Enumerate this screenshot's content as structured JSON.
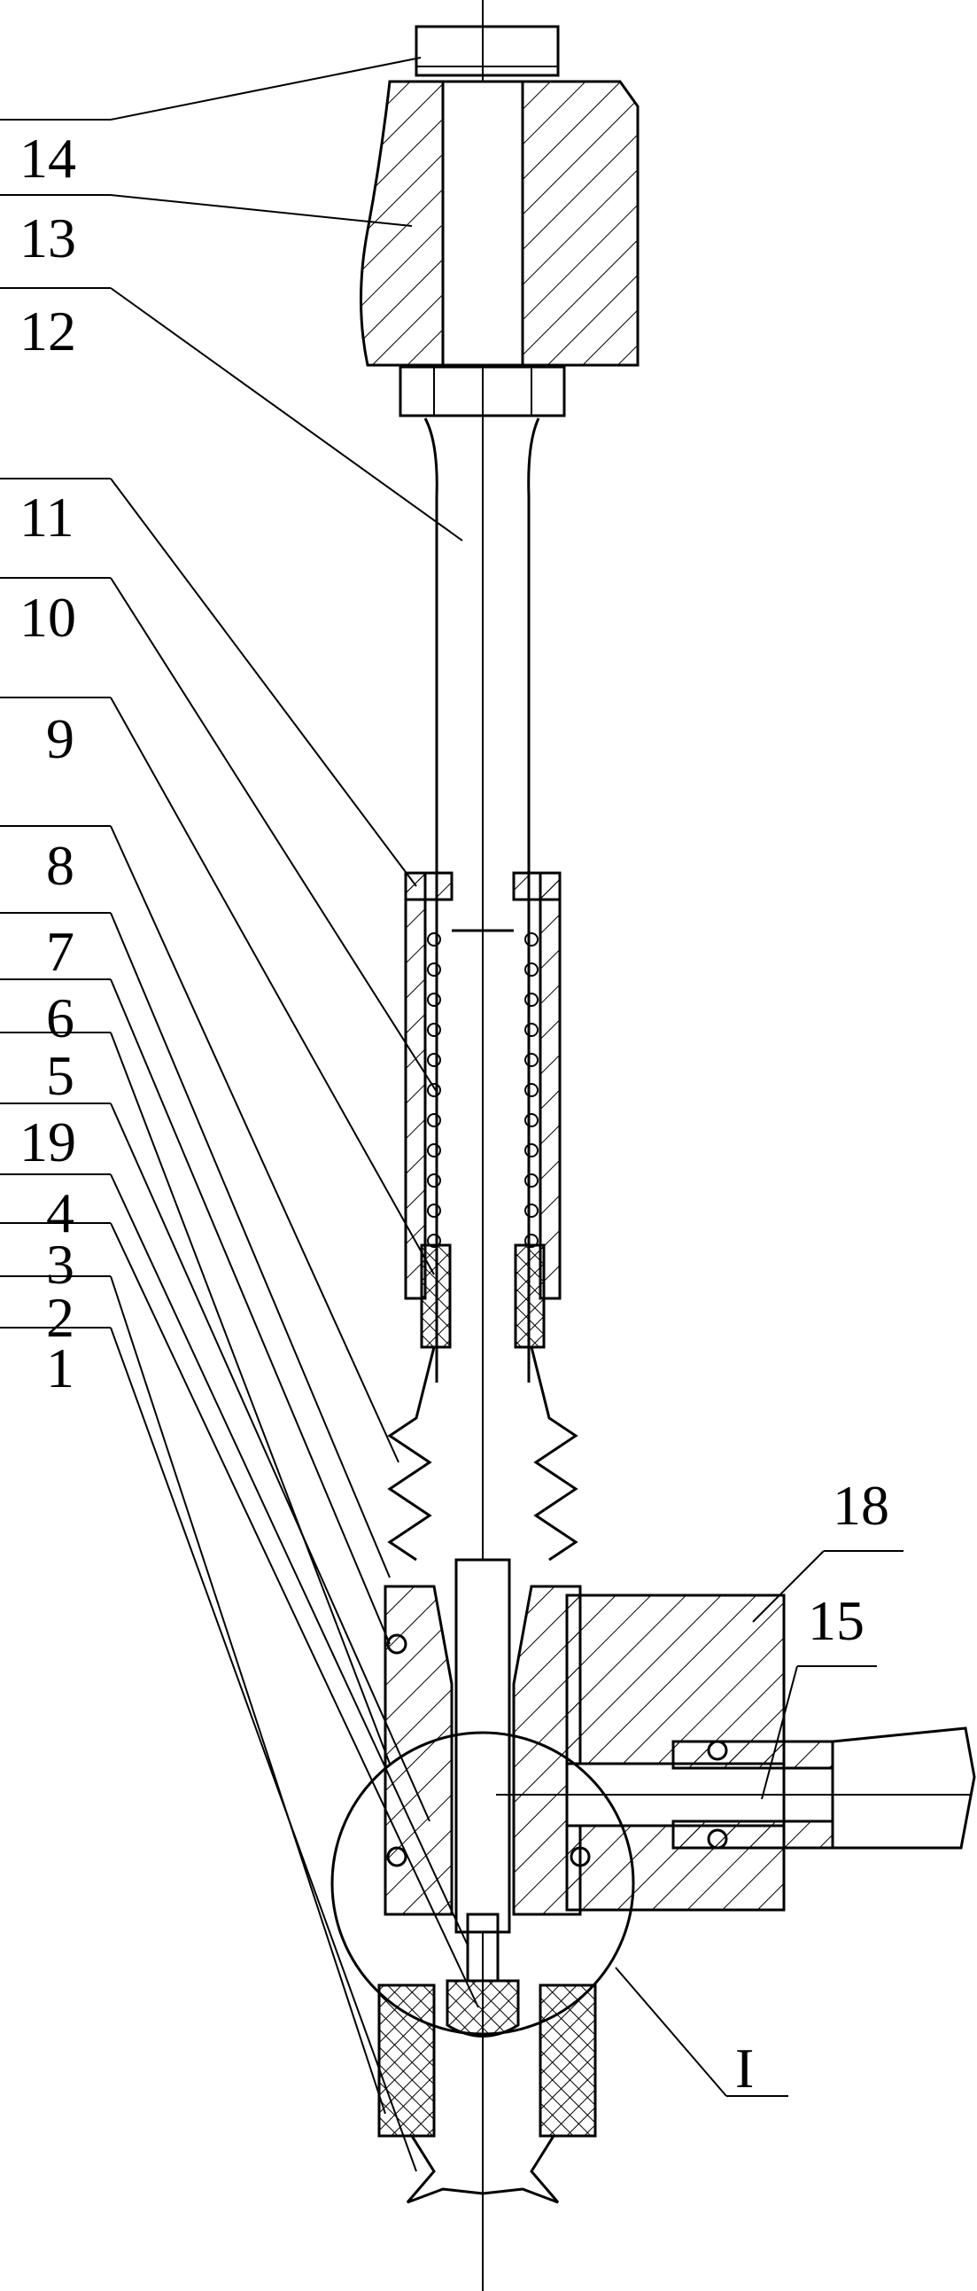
{
  "labels": {
    "l14": "14",
    "l13": "13",
    "l12": "12",
    "l11": "11",
    "l10": "10",
    "l9": "9",
    "l8": "8",
    "l7": "7",
    "l6": "6",
    "l5": "5",
    "l19": "19",
    "l4": "4",
    "l3": "3",
    "l2": "2",
    "l1": "1",
    "l18": "18",
    "l15": "15",
    "lI": "I"
  }
}
